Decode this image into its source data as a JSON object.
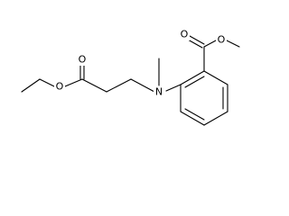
{
  "molecule": {
    "atom_labels": {
      "ester_carbonyl_oxygen": "O",
      "ester_ether_oxygen": "O",
      "amine_nitrogen": "N",
      "benzoate_carbonyl_oxygen": "O",
      "benzoate_ether_oxygen": "O"
    }
  }
}
